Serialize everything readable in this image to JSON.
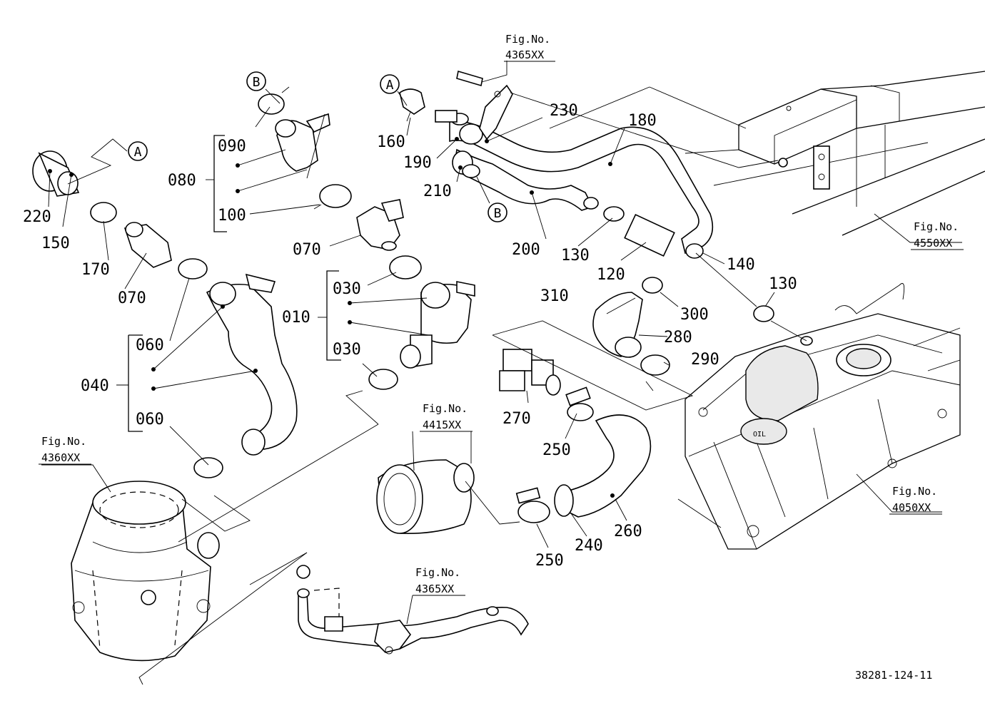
{
  "diagram": {
    "parts": [
      {
        "id": "p010",
        "label": "010"
      },
      {
        "id": "p030a",
        "label": "030"
      },
      {
        "id": "p030b",
        "label": "030"
      },
      {
        "id": "p040",
        "label": "040"
      },
      {
        "id": "p060a",
        "label": "060"
      },
      {
        "id": "p060b",
        "label": "060"
      },
      {
        "id": "p070a",
        "label": "070"
      },
      {
        "id": "p070b",
        "label": "070"
      },
      {
        "id": "p080",
        "label": "080"
      },
      {
        "id": "p090",
        "label": "090"
      },
      {
        "id": "p100",
        "label": "100"
      },
      {
        "id": "p120",
        "label": "120"
      },
      {
        "id": "p130a",
        "label": "130"
      },
      {
        "id": "p130b",
        "label": "130"
      },
      {
        "id": "p140",
        "label": "140"
      },
      {
        "id": "p150",
        "label": "150"
      },
      {
        "id": "p160",
        "label": "160"
      },
      {
        "id": "p170",
        "label": "170"
      },
      {
        "id": "p180",
        "label": "180"
      },
      {
        "id": "p190",
        "label": "190"
      },
      {
        "id": "p200",
        "label": "200"
      },
      {
        "id": "p210",
        "label": "210"
      },
      {
        "id": "p220",
        "label": "220"
      },
      {
        "id": "p230",
        "label": "230"
      },
      {
        "id": "p240",
        "label": "240"
      },
      {
        "id": "p250a",
        "label": "250"
      },
      {
        "id": "p250b",
        "label": "250"
      },
      {
        "id": "p260",
        "label": "260"
      },
      {
        "id": "p270",
        "label": "270"
      },
      {
        "id": "p280",
        "label": "280"
      },
      {
        "id": "p290",
        "label": "290"
      },
      {
        "id": "p300",
        "label": "300"
      },
      {
        "id": "p310",
        "label": "310"
      }
    ],
    "figure_refs": [
      {
        "id": "f4365a",
        "caption": "Fig.No.",
        "number": "4365XX"
      },
      {
        "id": "f4550",
        "caption": "Fig.No.",
        "number": "4550XX"
      },
      {
        "id": "f4415",
        "caption": "Fig.No.",
        "number": "4415XX"
      },
      {
        "id": "f4360",
        "caption": "Fig.No.",
        "number": "4360XX"
      },
      {
        "id": "f4050",
        "caption": "Fig.No.",
        "number": "4050XX"
      },
      {
        "id": "f4365b",
        "caption": "Fig.No.",
        "number": "4365XX"
      }
    ],
    "callouts": [
      {
        "id": "cA1",
        "letter": "A"
      },
      {
        "id": "cA2",
        "letter": "A"
      },
      {
        "id": "cB1",
        "letter": "B"
      },
      {
        "id": "cB2",
        "letter": "B"
      }
    ],
    "drawing_number": "38281-124-11"
  }
}
